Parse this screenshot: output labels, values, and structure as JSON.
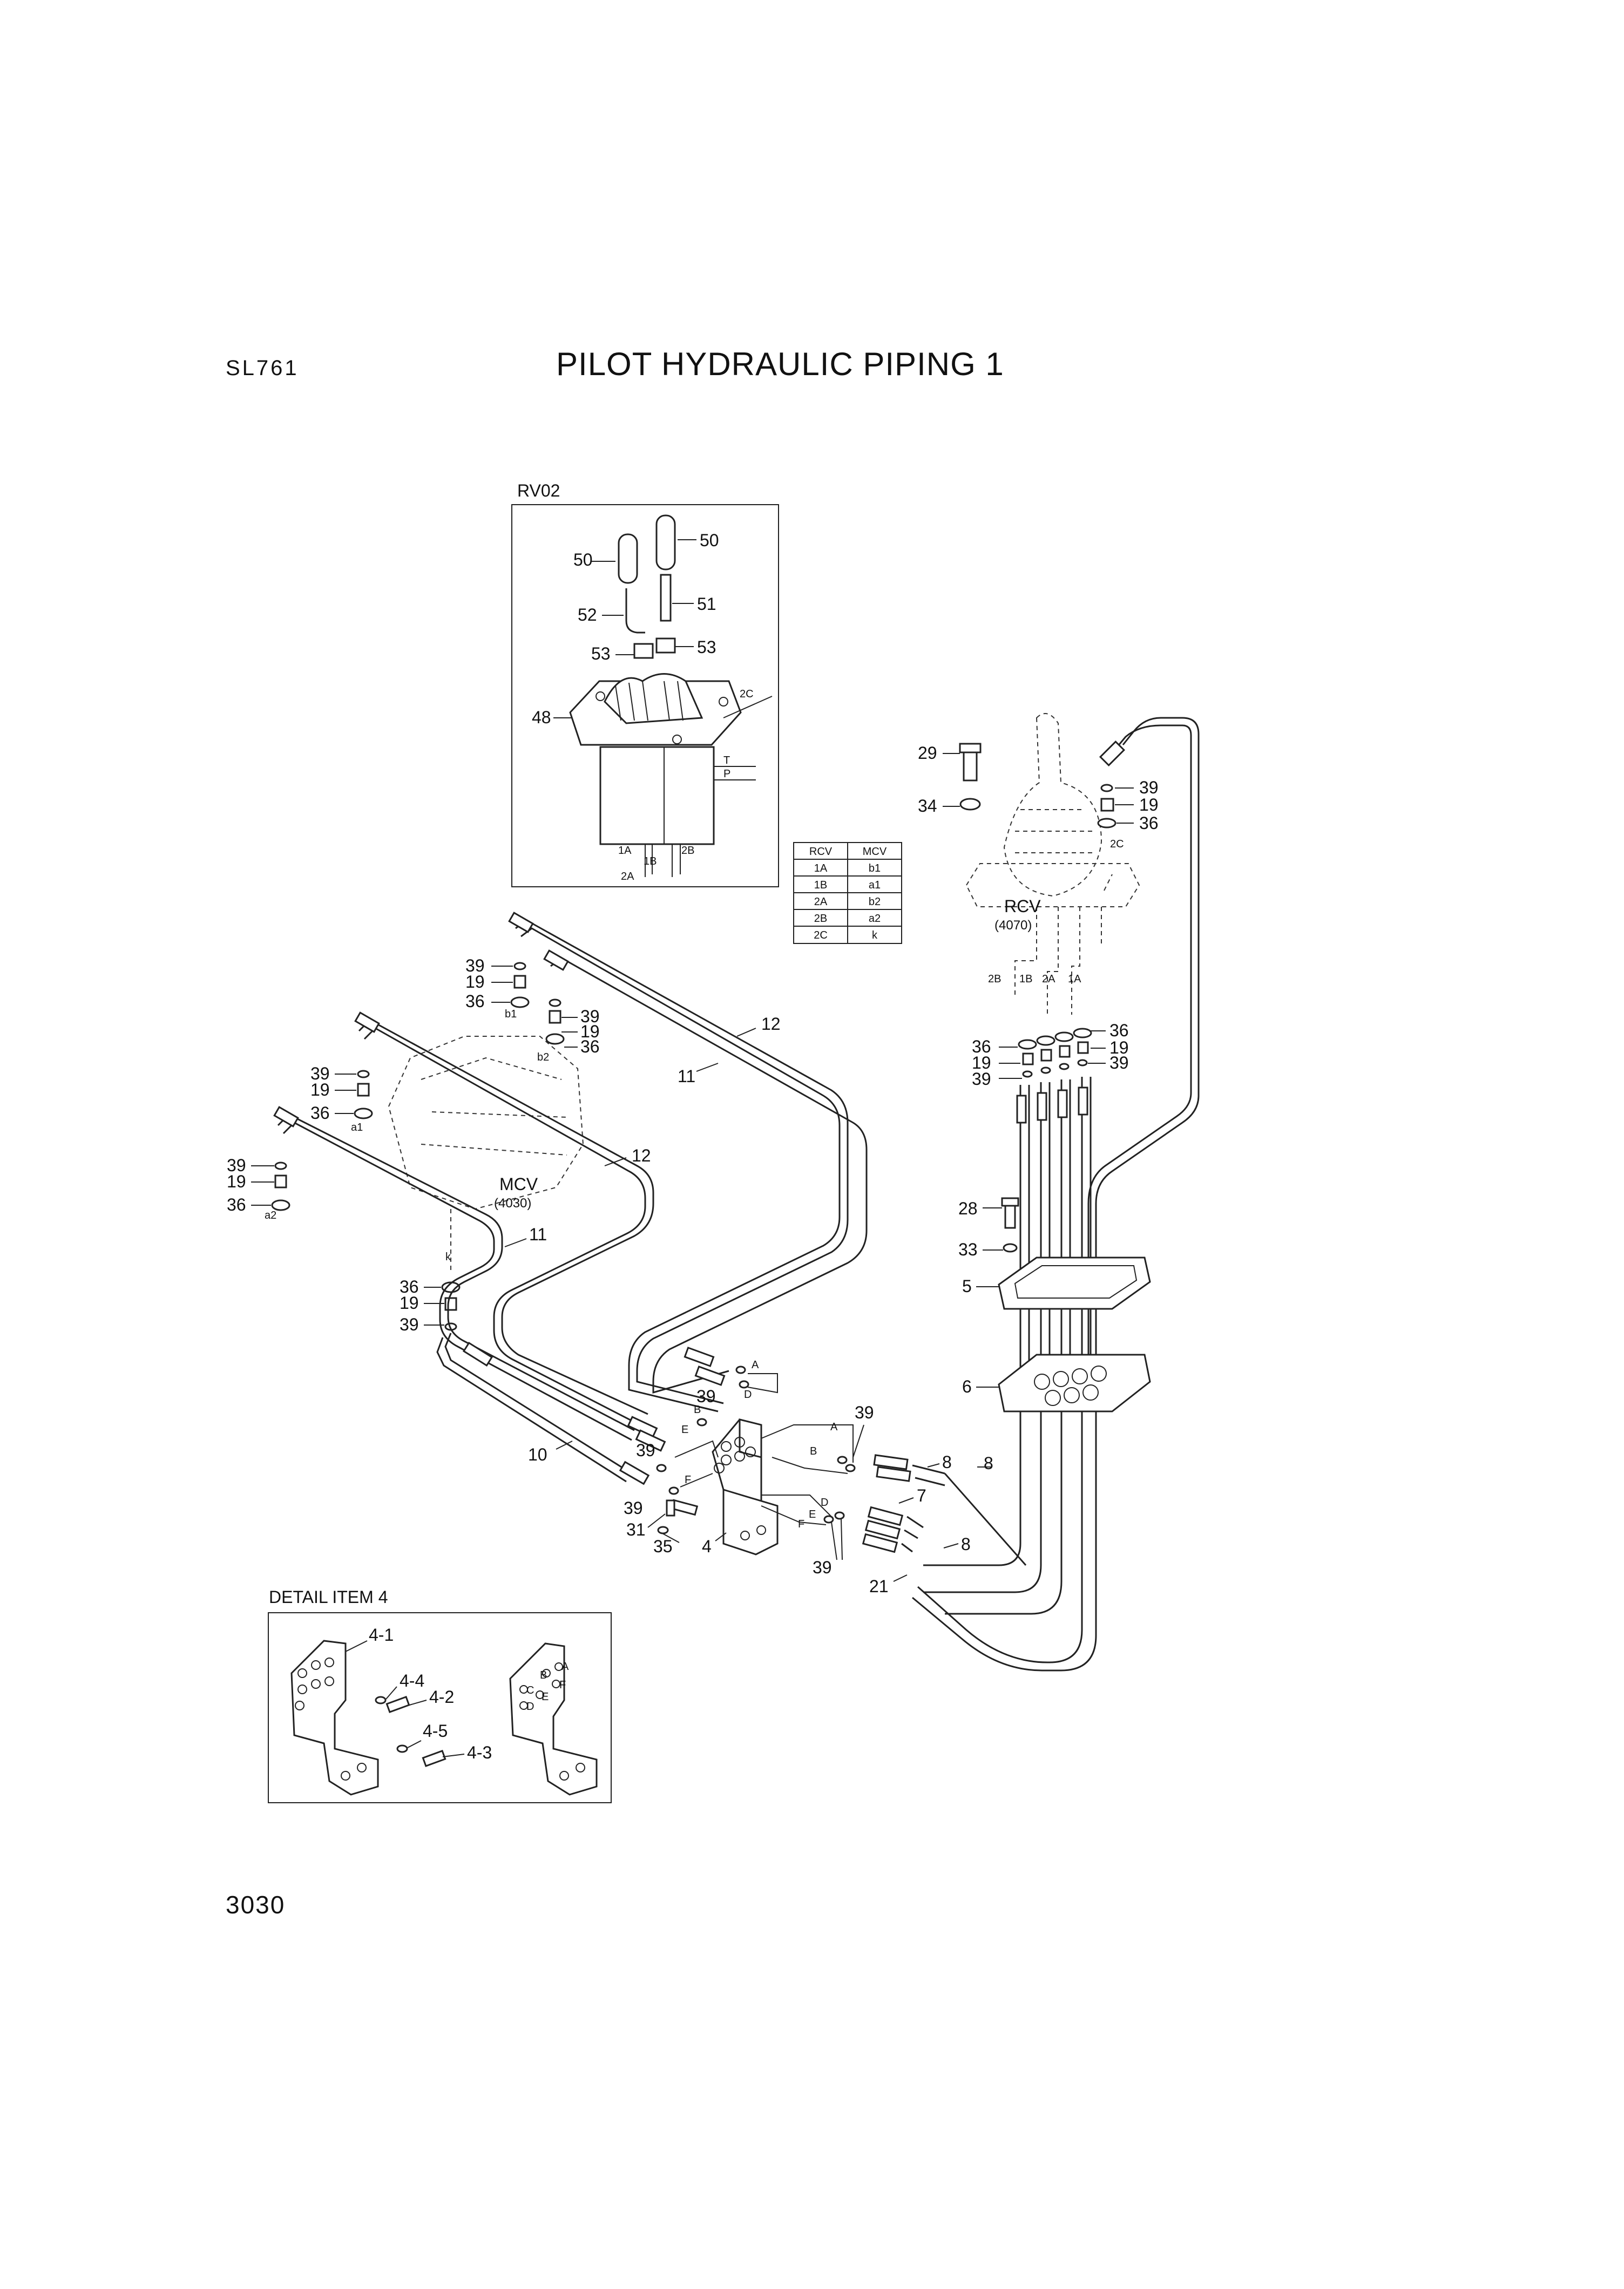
{
  "header": {
    "model_code": "SL761",
    "title": "PILOT HYDRAULIC PIPING 1"
  },
  "page_number": "3030",
  "rv_box": {
    "label": "RV02",
    "callouts": [
      "50",
      "50",
      "51",
      "52",
      "53",
      "53",
      "48"
    ],
    "ports": [
      "2C",
      "T",
      "P",
      "1A",
      "1B",
      "2A",
      "2B"
    ]
  },
  "port_table": {
    "headers": [
      "RCV",
      "MCV"
    ],
    "rows": [
      [
        "1A",
        "b1"
      ],
      [
        "1B",
        "a1"
      ],
      [
        "2A",
        "b2"
      ],
      [
        "2B",
        "a2"
      ],
      [
        "2C",
        "k"
      ]
    ]
  },
  "rcv": {
    "label": "RCV",
    "ref": "(4070)",
    "ports": [
      "2B",
      "1B",
      "2A",
      "1A",
      "2C"
    ],
    "callouts": [
      "29",
      "34",
      "39",
      "19",
      "36",
      "36",
      "19",
      "39",
      "36",
      "19",
      "39",
      "28",
      "33",
      "5",
      "6"
    ]
  },
  "mcv": {
    "label": "MCV",
    "ref": "(4030)",
    "ports": [
      "b1",
      "b2",
      "a1",
      "a2",
      "k"
    ],
    "callouts": [
      "39",
      "19",
      "36",
      "39",
      "19",
      "36",
      "39",
      "19",
      "36",
      "39",
      "19",
      "36",
      "36",
      "19",
      "39"
    ]
  },
  "hoses": [
    "12",
    "11",
    "12",
    "11",
    "10",
    "8",
    "8",
    "8",
    "7",
    "21"
  ],
  "block": {
    "ports": [
      "A",
      "B",
      "D",
      "E",
      "F",
      "A",
      "B",
      "D",
      "E",
      "F"
    ],
    "callouts": [
      "39",
      "39",
      "39",
      "39",
      "31",
      "35",
      "4",
      "39"
    ]
  },
  "detail": {
    "title": "DETAIL ITEM 4",
    "callouts": [
      "4-1",
      "4-4",
      "4-2",
      "4-5",
      "4-3"
    ],
    "letters": [
      "A",
      "B",
      "C",
      "D",
      "E",
      "F"
    ]
  }
}
